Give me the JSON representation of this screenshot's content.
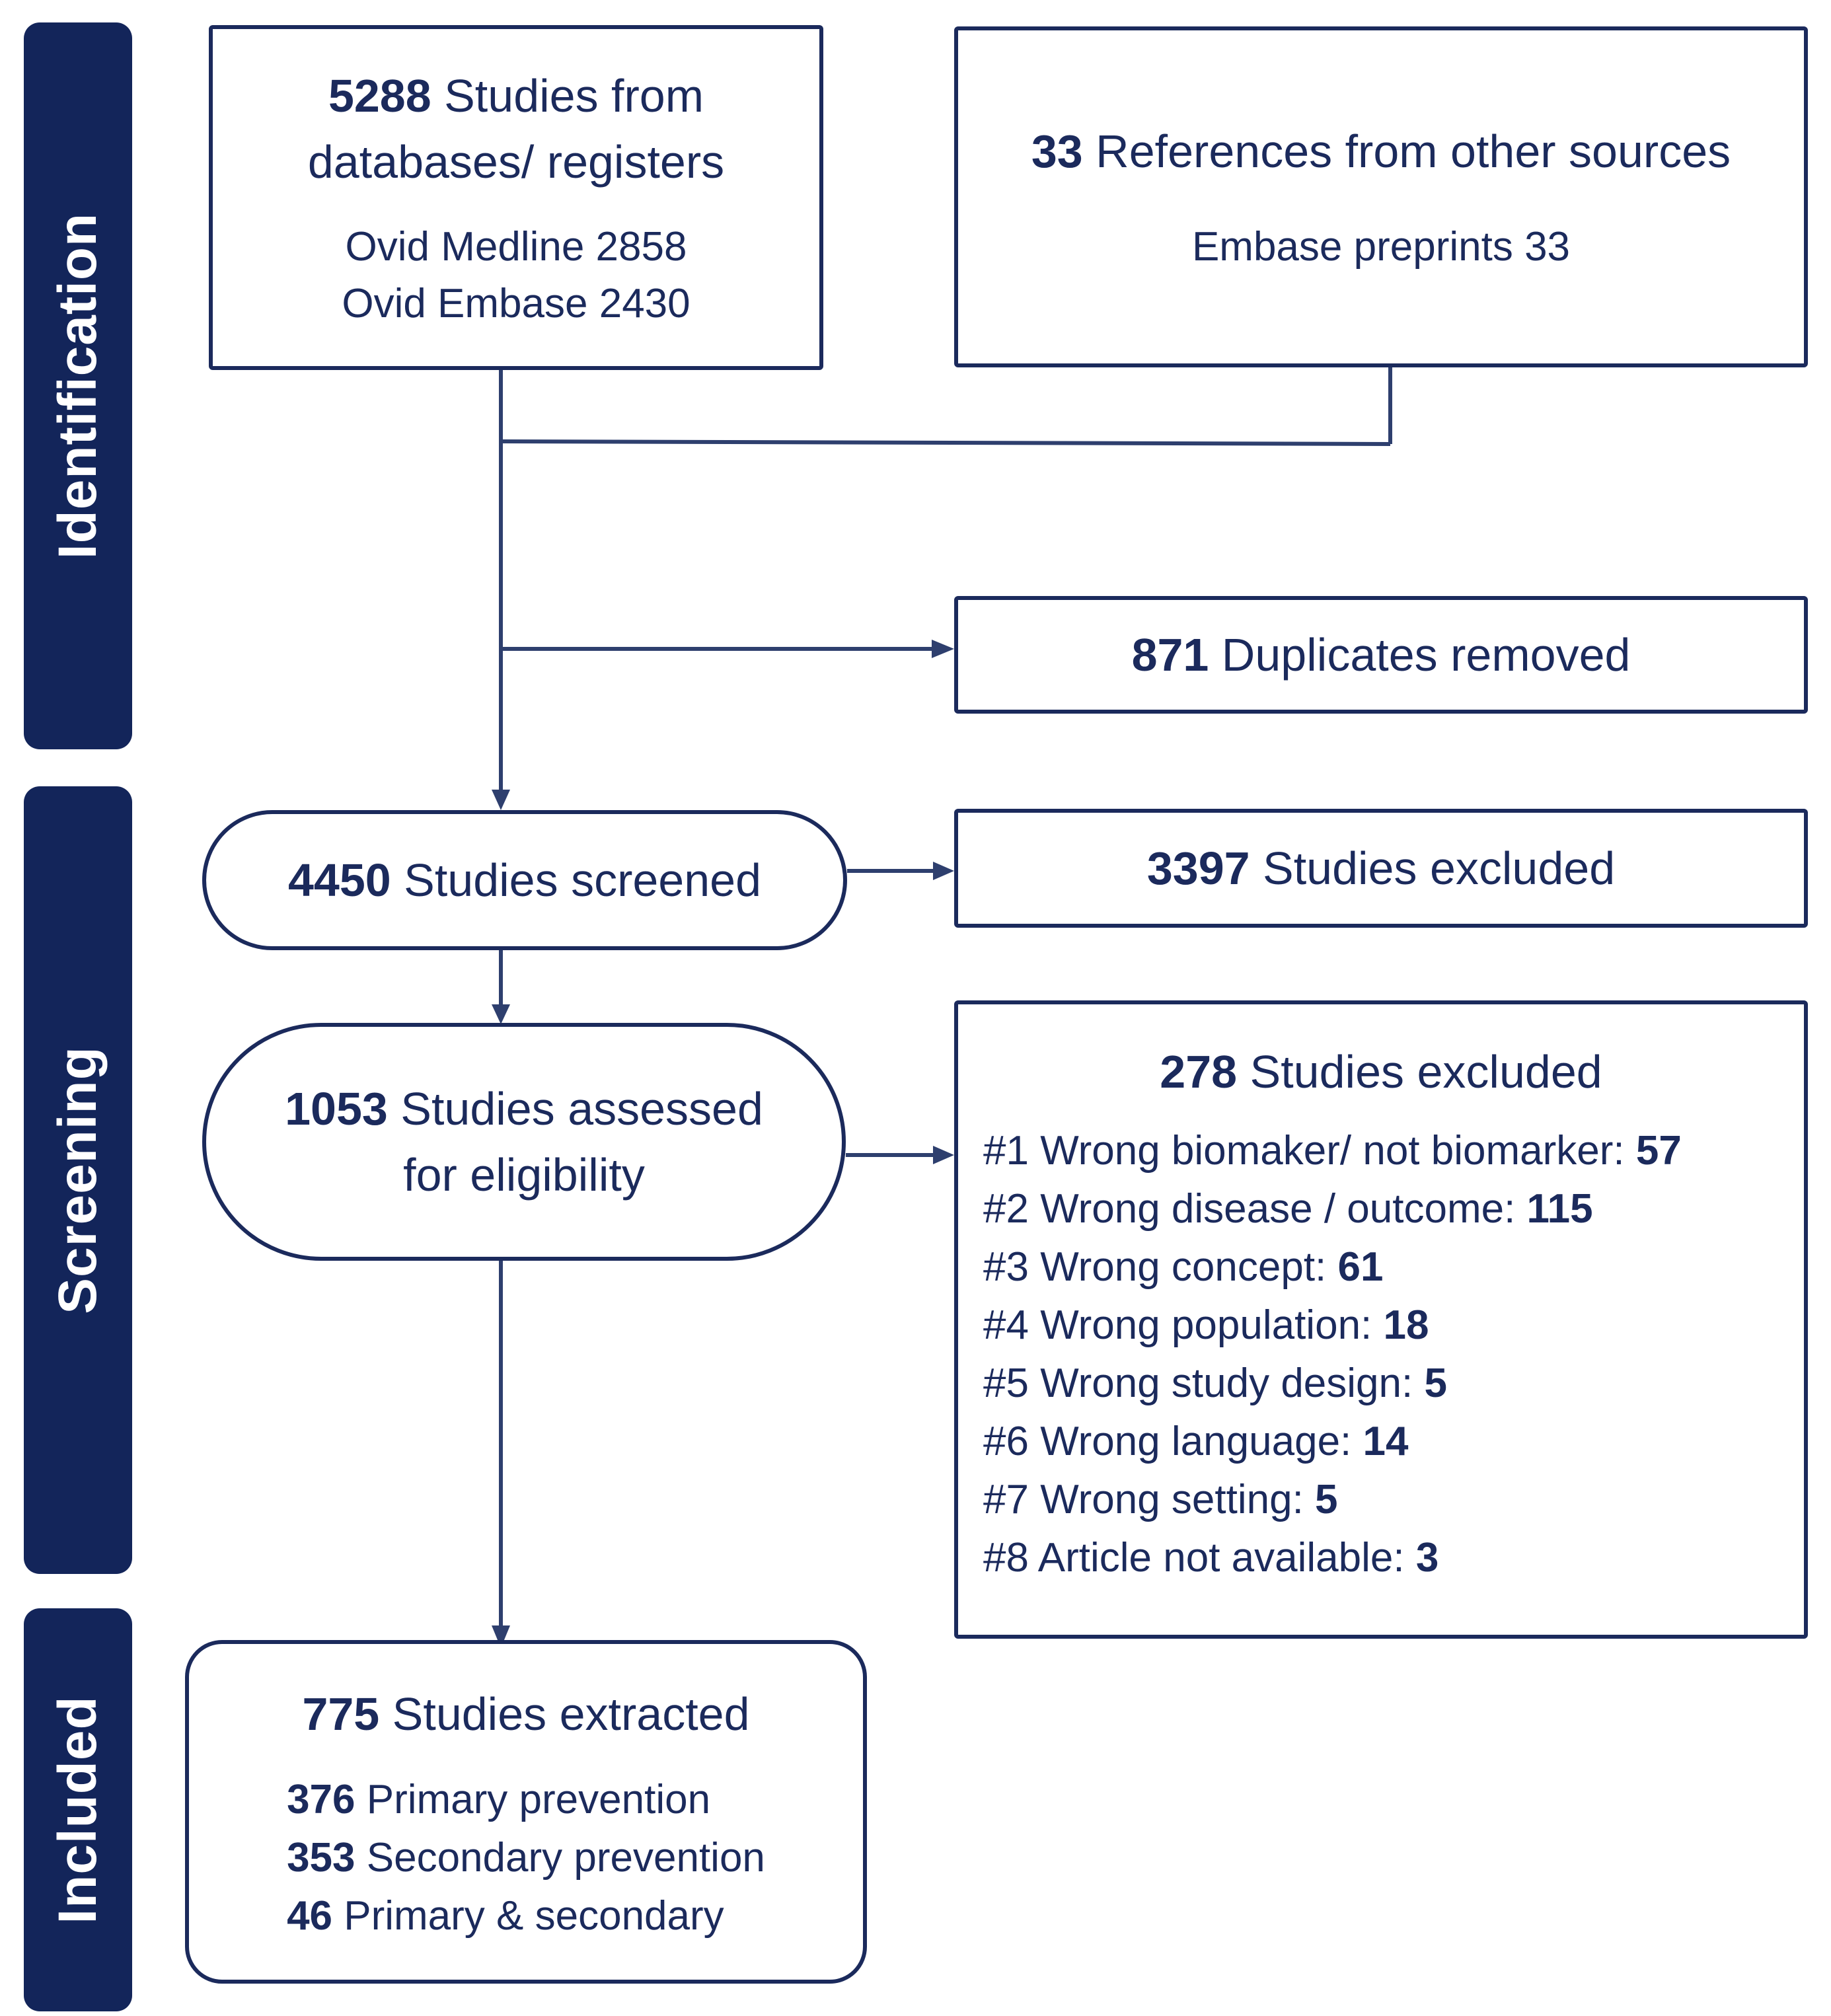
{
  "phases": {
    "identification": "Identification",
    "screening": "Screening",
    "included": "Included"
  },
  "identification": {
    "databases": {
      "count": "5288",
      "title_part1": " Studies from",
      "title_part2": "databases/ registers",
      "detail1": "Ovid Medline 2858",
      "detail2": "Ovid Embase 2430"
    },
    "other_sources": {
      "count": "33",
      "title": " References from other sources",
      "detail": "Embase preprints 33"
    },
    "duplicates": {
      "count": "871",
      "title": " Duplicates removed"
    }
  },
  "screening": {
    "screened": {
      "count": "4450",
      "title": " Studies screened"
    },
    "excluded_screening": {
      "count": "3397",
      "title": " Studies excluded"
    },
    "assessed": {
      "count": "1053",
      "title_part1": " Studies assessed",
      "title_part2": "for eligibility"
    },
    "excluded_eligibility": {
      "count": "278",
      "title": " Studies excluded",
      "reasons": [
        {
          "label": "#1 Wrong biomaker/ not biomarker: ",
          "count": "57"
        },
        {
          "label": "#2 Wrong disease / outcome: ",
          "count": "115"
        },
        {
          "label": "#3 Wrong concept: ",
          "count": "61"
        },
        {
          "label": "#4 Wrong population: ",
          "count": "18"
        },
        {
          "label": "#5 Wrong study design: ",
          "count": "5"
        },
        {
          "label": "#6 Wrong language: ",
          "count": "14"
        },
        {
          "label": "#7 Wrong setting: ",
          "count": "5"
        },
        {
          "label": "#8 Article not available: ",
          "count": "3"
        }
      ]
    }
  },
  "included": {
    "count": "775",
    "title": " Studies extracted",
    "breakdown": [
      {
        "count": "376",
        "label": " Primary prevention"
      },
      {
        "count": "353",
        "label": " Secondary prevention"
      },
      {
        "count": "46",
        "label": " Primary & secondary"
      }
    ]
  },
  "colors": {
    "navy": "#13255a",
    "text": "#1b2a5c",
    "line": "#2e3f6e"
  }
}
